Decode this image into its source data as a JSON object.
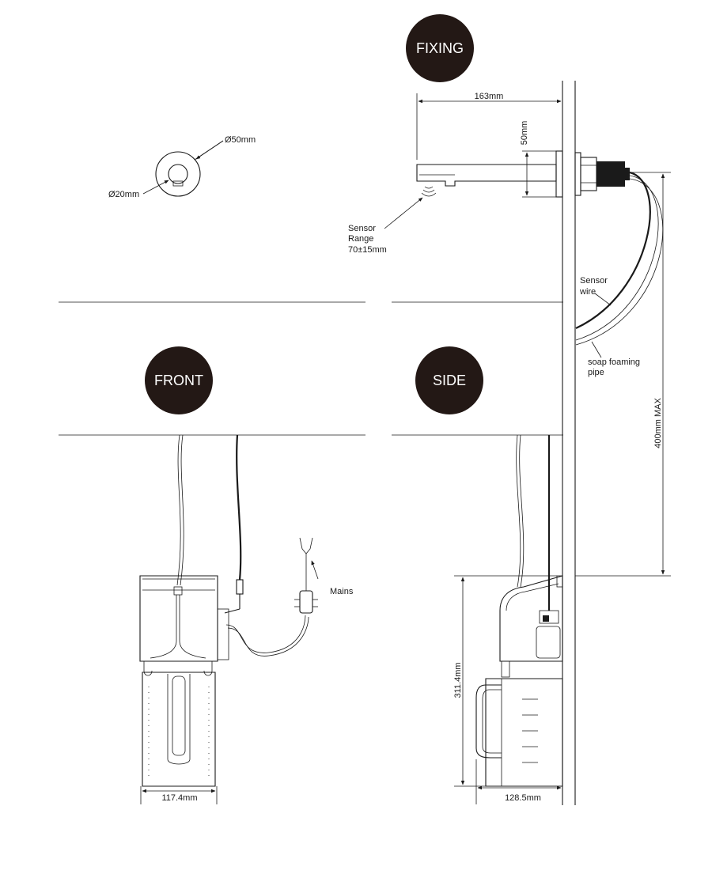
{
  "sections": {
    "fixing": "FIXING",
    "front": "FRONT",
    "side": "SIDE"
  },
  "dimensions": {
    "spout_length": "163mm",
    "spout_height": "50mm",
    "outer_diameter": "Ø50mm",
    "inner_diameter": "Ø20mm",
    "max_height": "400mm MAX",
    "unit_height": "311.4mm",
    "front_width": "117.4mm",
    "side_width": "128.5mm"
  },
  "labels": {
    "sensor_range": [
      "Sensor",
      "Range",
      "70±15mm"
    ],
    "sensor_wire": [
      "Sensor",
      "wire"
    ],
    "soap_pipe": [
      "soap foaming",
      "pipe"
    ],
    "mains": "Mains"
  },
  "colors": {
    "badge": "#231815",
    "line": "#1a1a1a"
  }
}
